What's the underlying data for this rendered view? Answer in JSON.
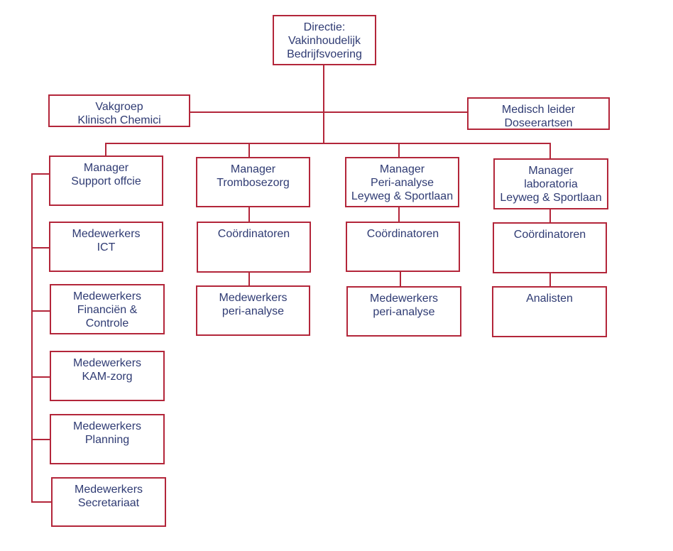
{
  "colors": {
    "line": "#b3263a",
    "text": "#2f3b73",
    "background": "#ffffff"
  },
  "nodes": {
    "directie": "Directie:\nVakinhoudelijk\nBedrijfsvoering",
    "vakgroep": "Vakgroep\nKlinisch Chemici",
    "medisch_leider": "Medisch leider\nDoseerartsen",
    "manager_support": "Manager\nSupport offcie",
    "medewerkers_ict": "Medewerkers\nICT",
    "medewerkers_financien": "Medewerkers\nFinanciën &\nControle",
    "medewerkers_kam": "Medewerkers\nKAM-zorg",
    "medewerkers_planning": "Medewerkers\nPlanning",
    "medewerkers_secretariaat": "Medewerkers\nSecretariaat",
    "manager_trombosezorg": "Manager\nTrombosezorg",
    "coordinatoren_trombosezorg": "Coördinatoren",
    "medewerkers_peri_trombosezorg": "Medewerkers\nperi-analyse",
    "manager_peri_analyse": "Manager\nPeri-analyse\nLeyweg & Sportlaan",
    "coordinatoren_peri_analyse": "Coördinatoren",
    "medewerkers_peri_analyse": "Medewerkers\nperi-analyse",
    "manager_laboratoria": "Manager\nlaboratoria\nLeyweg & Sportlaan",
    "coordinatoren_laboratoria": "Coördinatoren",
    "analisten": "Analisten"
  }
}
